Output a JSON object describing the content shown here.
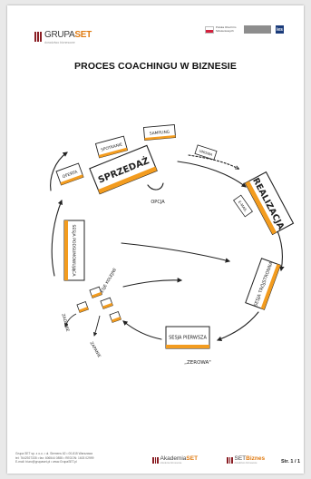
{
  "header": {
    "logo_main": "GRUPA",
    "logo_accent": "SET",
    "logo_tagline": "doradztwo biznesowe",
    "partner1": "Polska Izba Firm Szkoleniowych",
    "partner2": "",
    "partner3": "ies"
  },
  "document_title": "PROCES COACHINGU W BIZNESIE",
  "diagram": {
    "oferta": "OFERTA",
    "spotkanie": "SPOTKANIE",
    "sampling": "SAMPLING",
    "sprzedaz": "SPRZEDAŻ",
    "opcja": "OPCJA",
    "umowa": "UMOWA",
    "realizacja": "REALIZACJA",
    "e_mail": "E-MAIL",
    "sesja_trojstronna": "SESJA TRÓJSTRONNA",
    "sesja_pierwsza": "SESJA PIERWSZA",
    "zerowa": "„ZEROWA\"",
    "sesje_kolejne": "SESJE KOLEJNE",
    "zadanie": "ZADANIE",
    "zapanie": "ZAPANIE",
    "sesja_podsumowujaca": "SESJA PODSUMOWUJĄCA"
  },
  "footer": {
    "contact_line1": "Grupa SET sp. z o.o.  •  ul. Siemens 62  •  00-815 Warszawa",
    "contact_line2": "tel: 7642927335  •  fax: 606544 0855  •  REGON: 1603 02999",
    "contact_line3": "E-mail: biuro@grupaset.pl  •  www.GrupaSET.pl",
    "logo1_main": "Akademia",
    "logo1_accent": "SET",
    "logo1_tag": "szkolenia biznesowe",
    "logo2_main": "SET",
    "logo2_accent": "Biznes",
    "logo2_tag": "doradztwo biznesowe",
    "page_number": "Str. 1 / 1"
  },
  "colors": {
    "accent": "#f39c1f",
    "brand": "#8a1e24",
    "ink": "#222222"
  }
}
